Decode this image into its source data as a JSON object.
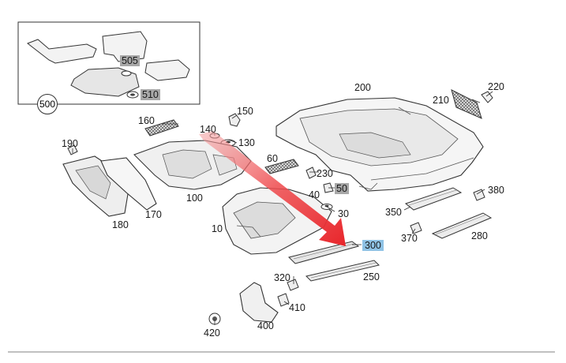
{
  "labels": {
    "l505": "505",
    "l510": "510",
    "l500": "500",
    "l200": "200",
    "l220": "220",
    "l210": "210",
    "l150": "150",
    "l160": "160",
    "l140": "140",
    "l130": "130",
    "l190": "190",
    "l60": "60",
    "l230": "230",
    "l40": "40",
    "l50": "50",
    "l380": "380",
    "l100": "100",
    "l30": "30",
    "l350": "350",
    "l170": "170",
    "l180": "180",
    "l10": "10",
    "l370": "370",
    "l280": "280",
    "l300": "300",
    "l320": "320",
    "l250": "250",
    "l410": "410",
    "l400": "400",
    "l420": "420"
  },
  "colors": {
    "line": "#2a2a2a",
    "part_fill": "#f2f2f2",
    "shade": "#d9d9d9",
    "arrow": "#e8252a",
    "highlight_gray": "#a8a8a8",
    "highlight_blue": "#8fc3e6",
    "rule": "#9a9a9a"
  }
}
